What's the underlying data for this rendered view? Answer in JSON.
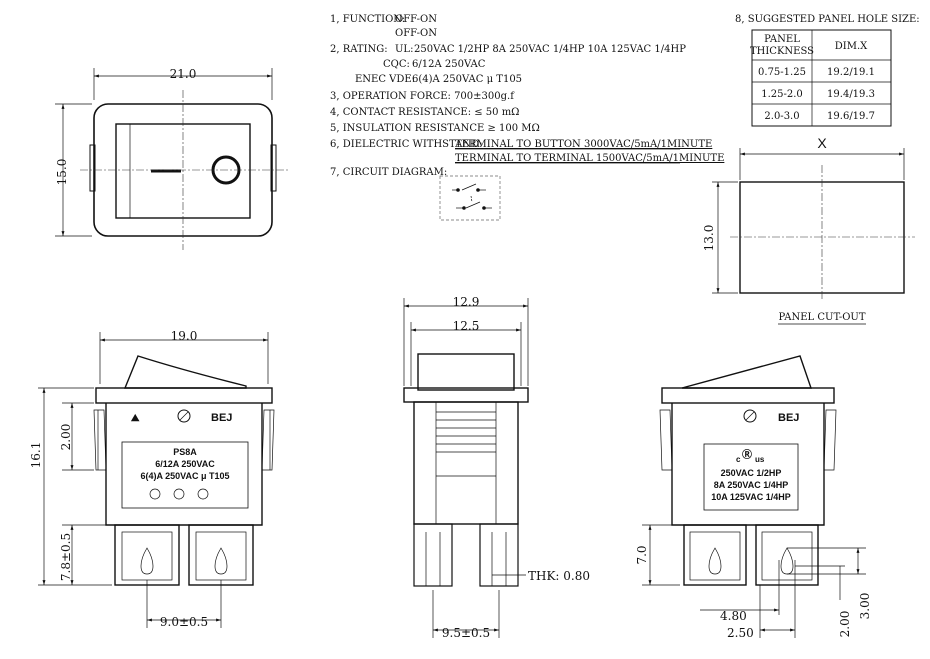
{
  "specs": {
    "function_label": "1, FUNCTION:",
    "function_values": [
      "OFF-ON",
      "OFF-ON"
    ],
    "rating_label": "2, RATING:",
    "rating_ul_label": "UL:",
    "rating_ul_values": "250VAC 1/2HP   8A 250VAC 1/4HP   10A 125VAC 1/4HP",
    "rating_cqc_label": "CQC:",
    "rating_cqc_value": "6/12A 250VAC",
    "rating_enec_label": "ENEC VDE:",
    "rating_enec_value": "6(4)A 250VAC μ T105",
    "operation_force": "3, OPERATION FORCE: 700±300g.f",
    "contact_resistance": "4, CONTACT RESISTANCE: ≤ 50 mΩ",
    "insulation_resistance": "5, INSULATION RESISTANCE ≥ 100 MΩ",
    "dielectric_label": "6, DIELECTRIC WITHSTAND:",
    "dielectric_line1": "TERMINAL TO BUTTON 3000VAC/5mA/1MINUTE",
    "dielectric_line2": "TERMINAL TO TERMINAL 1500VAC/5mA/1MINUTE",
    "circuit_label": "7, CIRCUIT DIAGRAM:"
  },
  "panel_hole": {
    "title": "8, SUGGESTED PANEL HOLE SIZE:",
    "header_thickness_1": "PANEL",
    "header_thickness_2": "THICKNESS",
    "header_dim": "DIM.X",
    "rows": [
      {
        "thickness": "0.75-1.25",
        "dim": "19.2/19.1"
      },
      {
        "thickness": "1.25-2.0",
        "dim": "19.4/19.3"
      },
      {
        "thickness": "2.0-3.0",
        "dim": "19.6/19.7"
      }
    ],
    "cutout_x_label": "X",
    "cutout_height": "13.0",
    "cutout_caption": "PANEL CUT-OUT"
  },
  "top_view": {
    "width": "21.0",
    "height": "15.0"
  },
  "front_view": {
    "width": "19.0",
    "dim_2": "2.00",
    "height": "16.1",
    "terminal_height": "7.8±0.5",
    "terminal_pitch": "9.0±0.5",
    "brand": "BEJ",
    "label_model": "PS8A",
    "label_rating1": "6/12A 250VAC",
    "label_rating2": "6(4)A 250VAC μ T105"
  },
  "side_view": {
    "width_outer": "12.9",
    "width_inner": "12.5",
    "thickness": "THK: 0.80",
    "terminal_pitch": "9.5±0.5"
  },
  "back_view": {
    "brand": "BEJ",
    "ul_mark_c": "c",
    "ul_mark_us": "us",
    "label_line1": "250VAC 1/2HP",
    "label_line2": "8A 250VAC 1/4HP",
    "label_line3": "10A 125VAC 1/4HP",
    "dim_7": "7.0",
    "dim_480": "4.80",
    "dim_250": "2.50",
    "dim_200": "2.00",
    "dim_300": "3.00"
  }
}
